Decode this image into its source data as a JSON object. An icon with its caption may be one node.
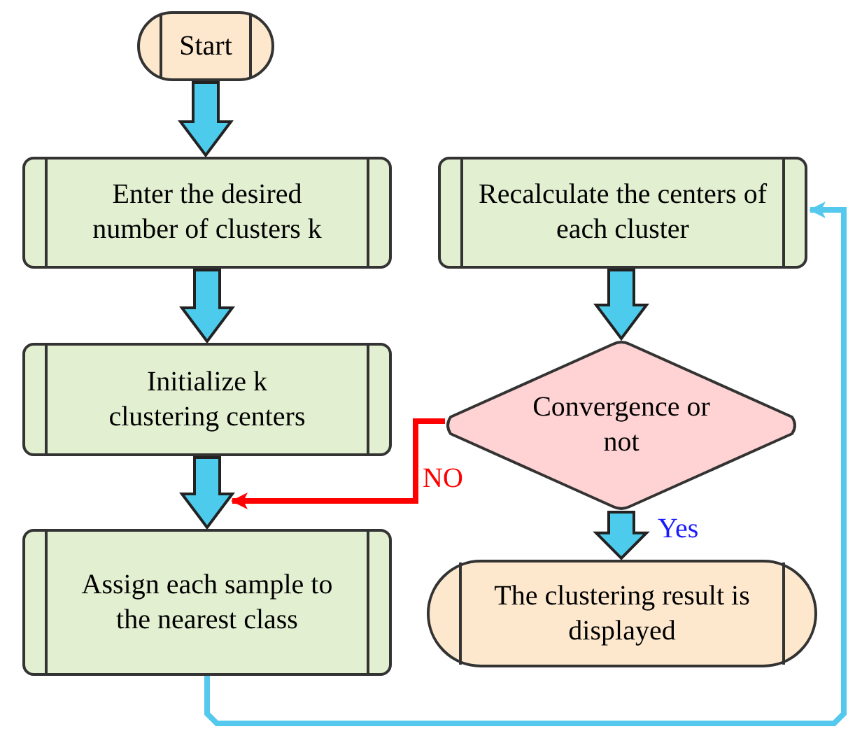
{
  "diagram": {
    "nodes": [
      {
        "text": [
          "Start"
        ]
      },
      {
        "text": [
          "Enter the desired number of clusters k"
        ]
      },
      {
        "text": [
          "Initialize k clustering centers"
        ]
      },
      {
        "text": [
          "Assign each sample to the nearest class"
        ]
      },
      {
        "text": [
          "Recalculate the centers of each cluster"
        ]
      },
      {
        "text": [
          "Convergence or not"
        ]
      },
      {
        "text": [
          "The clustering result is displayed"
        ]
      }
    ],
    "edges": [
      {
        "from": 0,
        "to": 1,
        "arrow": "to"
      },
      {
        "from": 1,
        "to": 2,
        "arrow": "to"
      },
      {
        "from": 2,
        "to": 3,
        "arrow": "to"
      },
      {
        "from": 3,
        "to": 4,
        "arrow": "to",
        "color": "#55c8ee"
      },
      {
        "from": 4,
        "to": 5,
        "arrow": "to"
      },
      {
        "from": 5,
        "to": 3,
        "arrow": "to",
        "label": "NO",
        "color": "#ff0000"
      },
      {
        "from": 5,
        "to": 6,
        "arrow": "to",
        "label": "Yes"
      }
    ]
  }
}
